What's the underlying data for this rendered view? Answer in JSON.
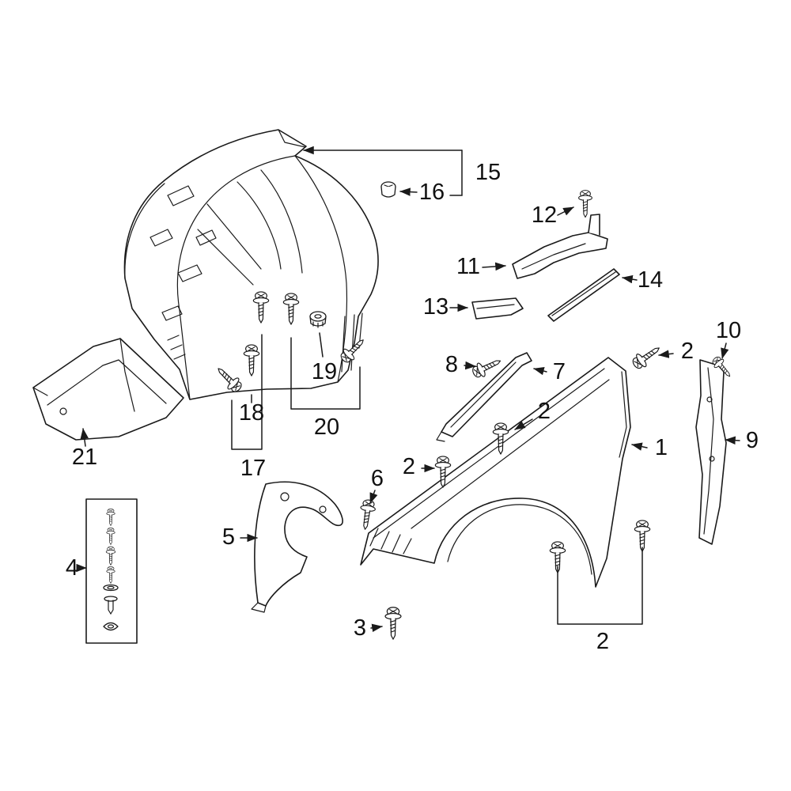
{
  "diagram": {
    "colors": {
      "line": "#1a1a1a",
      "background": "#ffffff",
      "label": "#111111"
    },
    "labels": {
      "1": "1",
      "2": "2",
      "3": "3",
      "4": "4",
      "5": "5",
      "6": "6",
      "7": "7",
      "8": "8",
      "9": "9",
      "10": "10",
      "11": "11",
      "12": "12",
      "13": "13",
      "14": "14",
      "15": "15",
      "16": "16",
      "17": "17",
      "18": "18",
      "19": "19",
      "20": "20",
      "21": "21"
    }
  }
}
